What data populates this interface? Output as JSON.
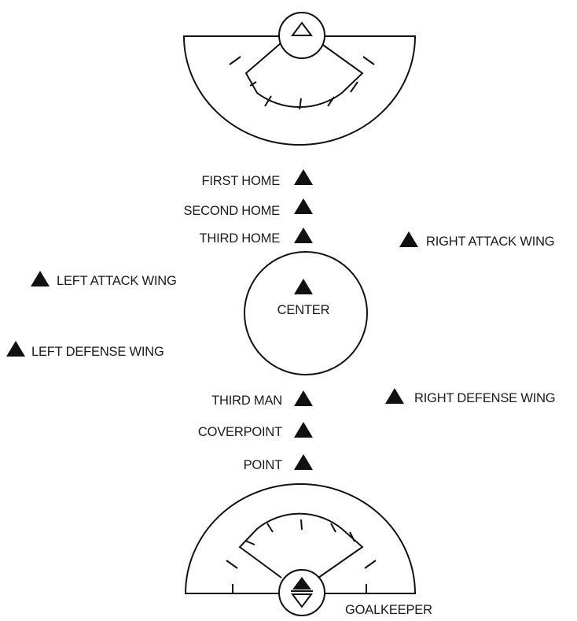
{
  "colors": {
    "ink": "#111111",
    "background": "#ffffff"
  },
  "positions": [
    {
      "id": "first-home",
      "label": "FIRST HOME"
    },
    {
      "id": "second-home",
      "label": "SECOND HOME"
    },
    {
      "id": "third-home",
      "label": "THIRD HOME"
    },
    {
      "id": "right-attack-wing",
      "label": "RIGHT ATTACK WING"
    },
    {
      "id": "left-attack-wing",
      "label": "LEFT ATTACK WING"
    },
    {
      "id": "center",
      "label": "CENTER"
    },
    {
      "id": "left-defense-wing",
      "label": "LEFT DEFENSE WING"
    },
    {
      "id": "third-man",
      "label": "THIRD MAN"
    },
    {
      "id": "right-defense-wing",
      "label": "RIGHT DEFENSE WING"
    },
    {
      "id": "coverpoint",
      "label": "COVERPOINT"
    },
    {
      "id": "point",
      "label": "POINT"
    },
    {
      "id": "goalkeeper",
      "label": "GOALKEEPER"
    }
  ]
}
